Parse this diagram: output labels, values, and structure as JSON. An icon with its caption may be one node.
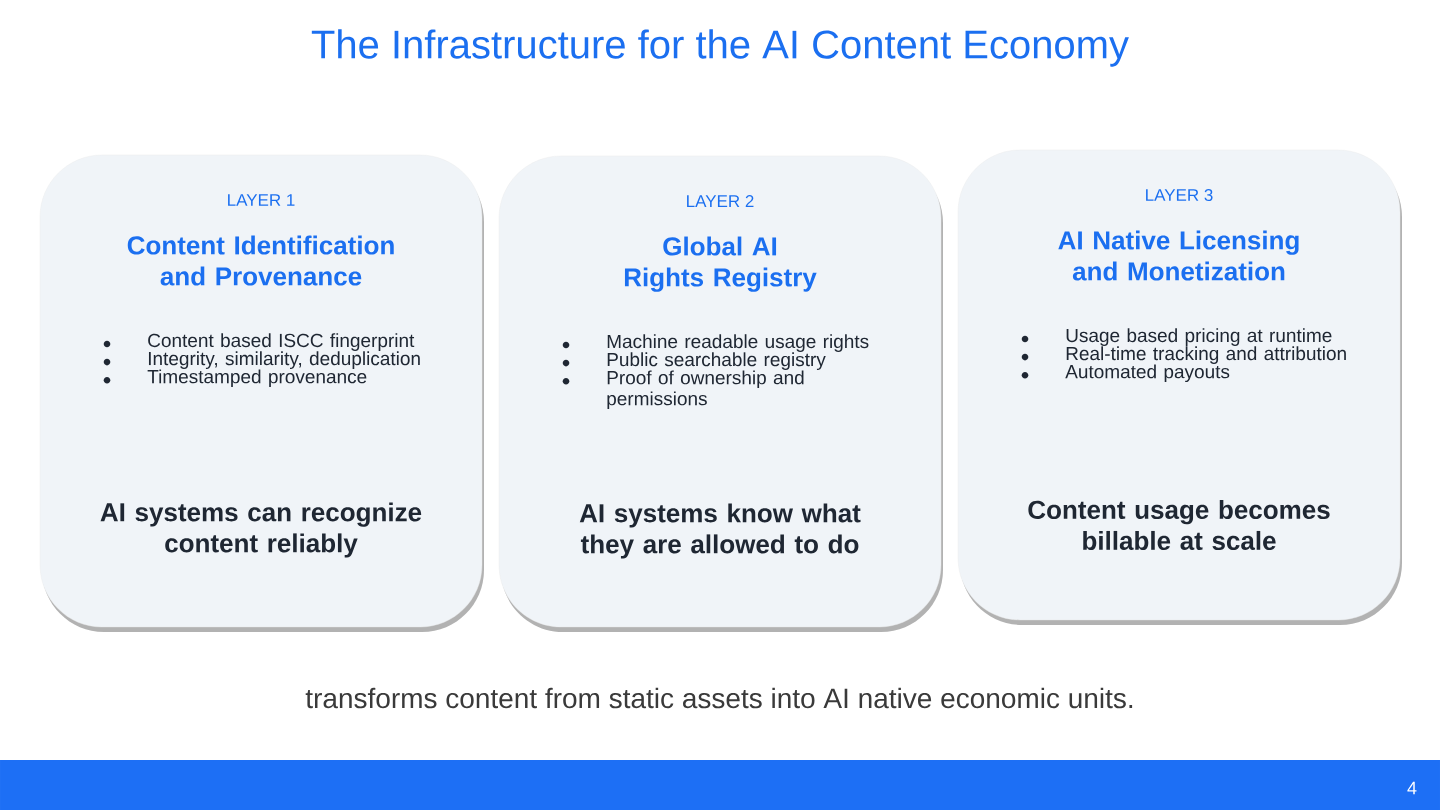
{
  "diagram": {
    "title": "The Infrastructure for the AI Content Economy",
    "nodes": [
      {
        "text": [
          "LAYER 1",
          "Content Identification and Provenance",
          "Content based ISCC fingerprint",
          "Integrity, similarity, deduplication",
          "Timestamped provenance",
          "AI systems can recognize content reliably"
        ]
      },
      {
        "text": [
          "LAYER 2",
          "Global AI Rights Registry",
          "Machine readable usage rights",
          "Public searchable registry",
          "Proof of ownership and permissions",
          "AI systems know what they are allowed to do"
        ]
      },
      {
        "text": [
          "LAYER 3",
          "AI Native Licensing and Monetization",
          "Usage based pricing at runtime",
          "Real-time tracking and attribution",
          "Automated payouts",
          "Content usage becomes billable at scale"
        ]
      }
    ],
    "labels": [
      "transforms content from static assets into AI native economic units.",
      "4"
    ]
  }
}
